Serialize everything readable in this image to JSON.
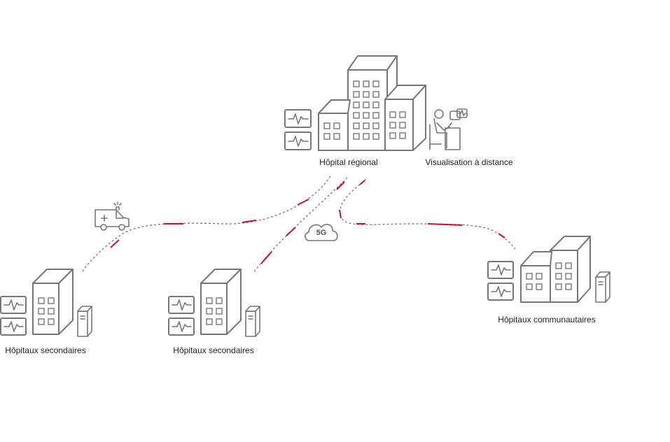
{
  "colors": {
    "accent": "#c8102e",
    "line": "#6b6b6b",
    "icon": "#777777"
  },
  "diagram": {
    "center": {
      "label": "Hôpital régional",
      "remote_label": "Visualisation à distance"
    },
    "network": {
      "cloud_label": "5G"
    },
    "nodes": [
      {
        "label": "Hôpitaux secondaires"
      },
      {
        "label": "Hôpitaux secondaires"
      },
      {
        "label": "Hôpitaux communautaires"
      }
    ]
  },
  "icons": [
    "hospital-building-icon",
    "monitor-icon",
    "remote-doctor-icon",
    "ambulance-icon",
    "cloud-5g-icon",
    "server-icon"
  ]
}
